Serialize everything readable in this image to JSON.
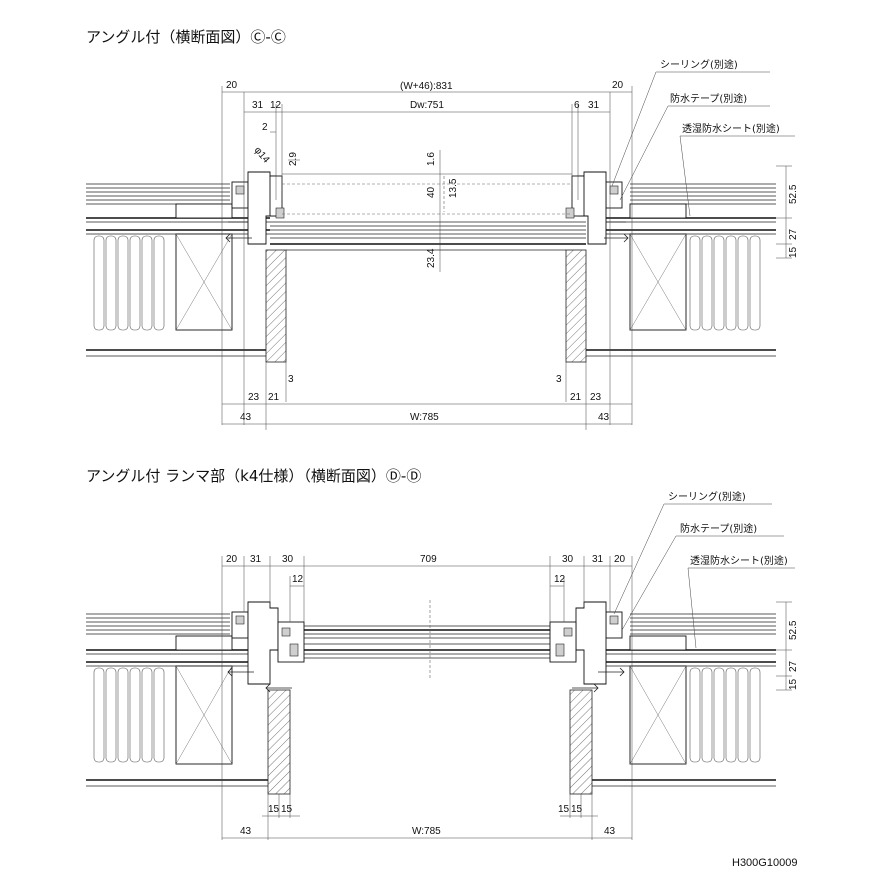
{
  "section1": {
    "title": "アングル付（横断面図）Ⓒ-Ⓒ",
    "notes": [
      "シーリング(別途)",
      "防水テープ(別途)",
      "透湿防水シート(別途)"
    ],
    "dims": {
      "left_20": "20",
      "right_20": "20",
      "overall": "(W+46):831",
      "left_31": "31",
      "left_12": "12",
      "dw": "Dw:751",
      "right_6": "6",
      "right_31": "31",
      "d_2": "2",
      "d_phi": "φ14",
      "d_29": "2.9",
      "d_16": "1.6",
      "d_40": "40",
      "d_135": "13.5",
      "d_234": "23.4",
      "d_525": "52.5",
      "d_27": "27",
      "d_15": "15",
      "left_3": "3",
      "right_3": "3",
      "left_23": "23",
      "left_21": "21",
      "right_21": "21",
      "right_23": "23",
      "left_43": "43",
      "w": "W:785",
      "right_43": "43"
    }
  },
  "section2": {
    "title": "アングル付 ランマ部（k4仕様）（横断面図）Ⓓ-Ⓓ",
    "notes": [
      "シーリング(別途)",
      "防水テープ(別途)",
      "透湿防水シート(別途)"
    ],
    "dims": {
      "l20": "20",
      "l31": "31",
      "l30": "30",
      "mid": "709",
      "r30": "30",
      "r31": "31",
      "r20": "20",
      "l12": "12",
      "r12": "12",
      "d_525": "52.5",
      "d_27": "27",
      "d_15": "15",
      "l15a": "15",
      "l15b": "15",
      "r15a": "15",
      "r15b": "15",
      "l43": "43",
      "w": "W:785",
      "r43": "43"
    }
  },
  "drawing_code": "H300G10009"
}
